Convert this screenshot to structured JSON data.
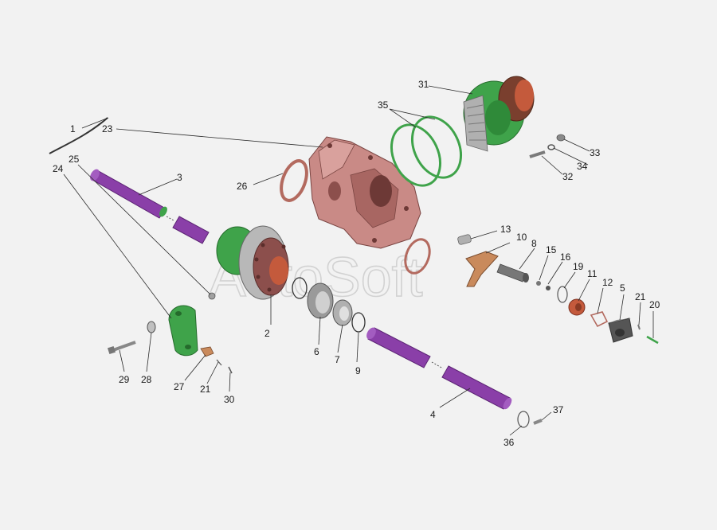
{
  "watermark": "AutoSoft",
  "callouts": [
    "1",
    "2",
    "3",
    "4",
    "5",
    "6",
    "7",
    "8",
    "9",
    "10",
    "11",
    "12",
    "13",
    "15",
    "16",
    "19",
    "20",
    "21",
    "21",
    "23",
    "24",
    "25",
    "26",
    "27",
    "28",
    "29",
    "30",
    "31",
    "32",
    "33",
    "34",
    "35",
    "36",
    "37"
  ],
  "colors": {
    "housing": "#c98a86",
    "housing_dark": "#8c4f4c",
    "shaft": "#8a3fa8",
    "shaft_dark": "#5c2474",
    "green": "#3fa34a",
    "green_dark": "#256b2c",
    "copper": "#c45a3c",
    "gray": "#8a8a8a",
    "background": "#f2f2f2"
  }
}
